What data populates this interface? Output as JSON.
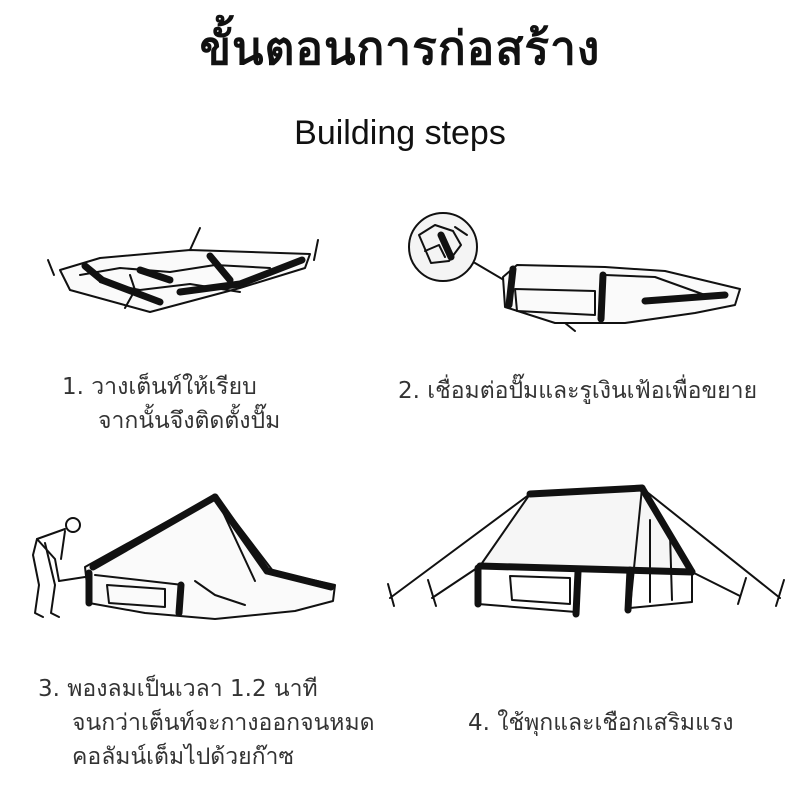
{
  "title_thai": "ขั้นตอนการก่อสร้าง",
  "title_english": "Building steps",
  "steps": [
    {
      "number": "1.",
      "lines": [
        "วางเต็นท์ให้เรียบ",
        "จากนั้นจึงติดตั้งปั๊ม"
      ],
      "illustration": "tent-laid-flat-icon"
    },
    {
      "number": "2.",
      "lines": [
        "เชื่อมต่อปั๊มและรูเงินเฟ้อเพื่อขยาย"
      ],
      "illustration": "pump-connection-icon"
    },
    {
      "number": "3.",
      "lines": [
        "พองลมเป็นเวลา 1.2 นาที",
        "จนกว่าเต็นท์จะกางออกจนหมด",
        "คอลัมน์เต็มไปด้วยก๊าซ"
      ],
      "illustration": "tent-inflating-icon"
    },
    {
      "number": "4.",
      "lines": [
        "ใช้พุกและเชือกเสริมแรง"
      ],
      "illustration": "tent-pitched-icon"
    }
  ],
  "colors": {
    "ink": "#111111",
    "caption": "#333333",
    "background": "#ffffff"
  }
}
